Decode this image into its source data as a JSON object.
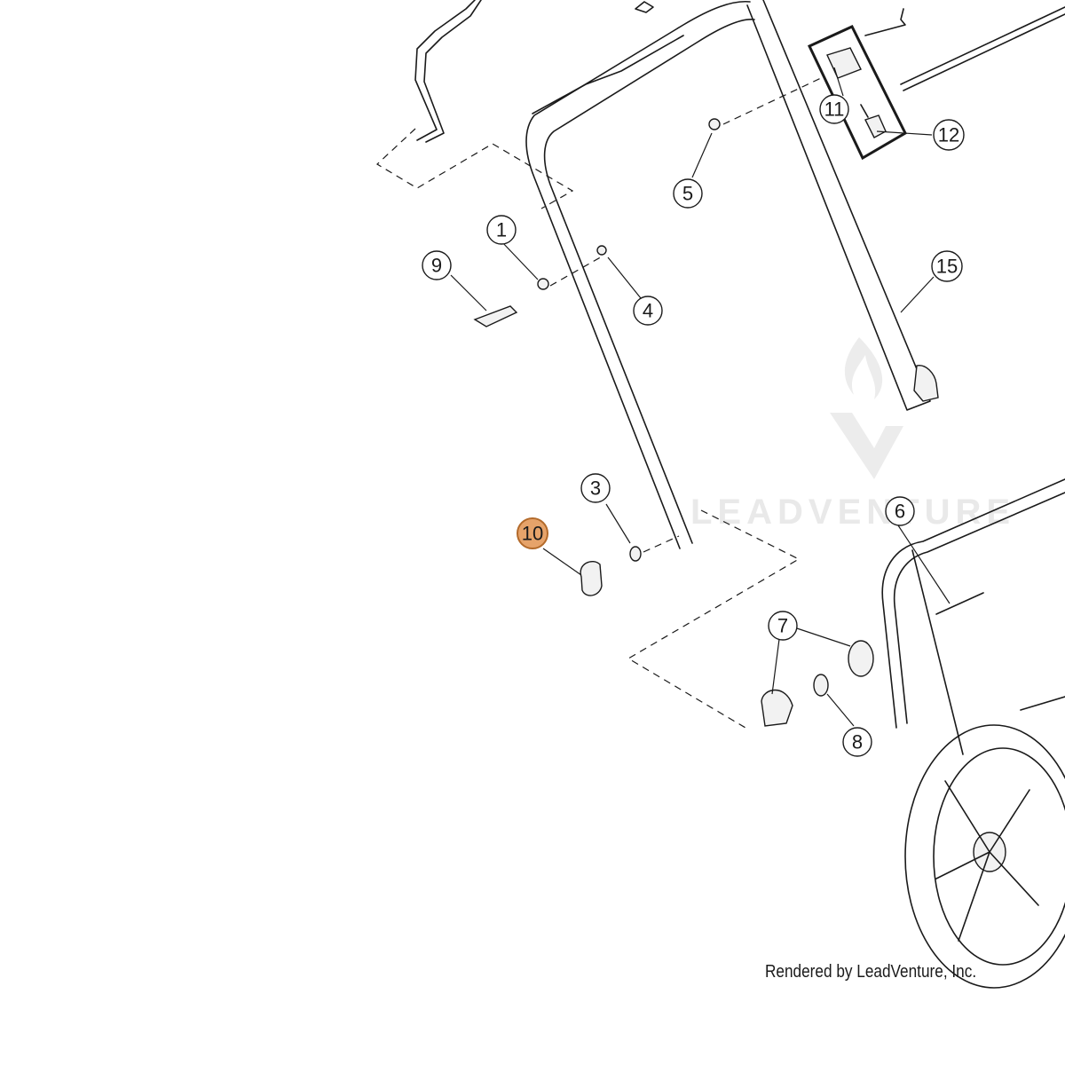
{
  "credit": "Rendered by LeadVenture, Inc.",
  "watermark": "LEADVENTURE",
  "highlight_color": "#e6a36a",
  "selected_callout": "10",
  "callouts": [
    {
      "label": "1"
    },
    {
      "label": "3"
    },
    {
      "label": "4"
    },
    {
      "label": "5"
    },
    {
      "label": "6"
    },
    {
      "label": "7"
    },
    {
      "label": "8"
    },
    {
      "label": "9"
    },
    {
      "label": "10"
    },
    {
      "label": "11"
    },
    {
      "label": "12"
    },
    {
      "label": "15"
    }
  ]
}
